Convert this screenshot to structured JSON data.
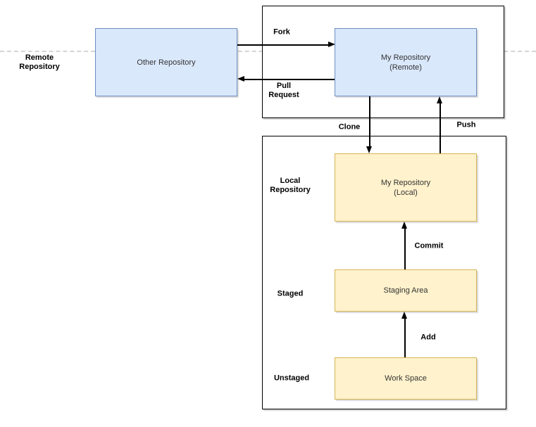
{
  "colors": {
    "remote_node_fill": "#dae8fc",
    "remote_node_border": "#6c8ebf",
    "local_node_fill": "#fff2cc",
    "local_node_border": "#d6b656",
    "boundary_border": "#000000",
    "boundary_fill": "#ffffff",
    "dashed_divider": "#d5d5d5",
    "node_text": "#333333",
    "label_text": "#000000",
    "arrow": "#000000"
  },
  "nodes": {
    "other_repository": {
      "label": "Other Repository"
    },
    "my_repository_remote": {
      "label": "My Repository\n(Remote)"
    },
    "my_repository_local": {
      "label": "My Repository\n(Local)"
    },
    "staging_area": {
      "label": "Staging Area"
    },
    "work_space": {
      "label": "Work Space"
    }
  },
  "edges": {
    "fork": {
      "label": "Fork"
    },
    "pull_request": {
      "label": "Pull\nRequest"
    },
    "clone": {
      "label": "Clone"
    },
    "push": {
      "label": "Push"
    },
    "commit": {
      "label": "Commit"
    },
    "add": {
      "label": "Add"
    }
  },
  "lanes": {
    "remote_repository": {
      "label": "Remote\nRepository"
    },
    "local_repository": {
      "label": "Local\nRepository"
    },
    "staged": {
      "label": "Staged"
    },
    "unstaged": {
      "label": "Unstaged"
    }
  }
}
